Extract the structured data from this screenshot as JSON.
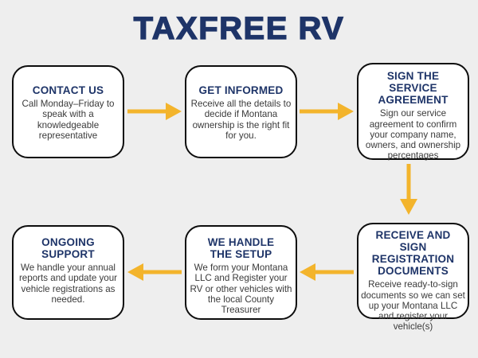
{
  "title": "TAXFREE RV",
  "colors": {
    "background": "#eeeeee",
    "box_fill": "#ffffff",
    "box_border": "#0d0d0d",
    "heading_navy": "#1e3468",
    "body_text": "#3a3a3a",
    "arrow_gold": "#f3b42c"
  },
  "steps": [
    {
      "heading": "CONTACT US",
      "body": "Call Monday–Friday to speak with a knowledgeable representative"
    },
    {
      "heading": "GET INFORMED",
      "body": "Receive all the details to decide if Montana ownership is the right fit for you."
    },
    {
      "heading": "SIGN THE\nSERVICE\nAGREEMENT",
      "body": "Sign our service agreement to confirm your company name, owners, and ownership percentages"
    },
    {
      "heading": "RECEIVE AND\nSIGN\nREGISTRATION\nDOCUMENTS",
      "body": "Receive ready-to-sign documents so we can set up your Montana LLC and register your vehicle(s)"
    },
    {
      "heading": "WE HANDLE\nTHE SETUP",
      "body": "We form your Montana LLC and Register your RV or other vehicles with the local County Treasurer"
    },
    {
      "heading": "ONGOING\nSUPPORT",
      "body": "We handle your annual reports and update your vehicle registrations as needed."
    }
  ],
  "arrows": [
    {
      "from": "contact-us",
      "to": "get-informed",
      "direction": "right"
    },
    {
      "from": "get-informed",
      "to": "sign-the-service-agreement",
      "direction": "right"
    },
    {
      "from": "sign-the-service-agreement",
      "to": "receive-and-sign-registration-documents",
      "direction": "down"
    },
    {
      "from": "receive-and-sign-registration-documents",
      "to": "we-handle-the-setup",
      "direction": "left"
    },
    {
      "from": "we-handle-the-setup",
      "to": "ongoing-support",
      "direction": "left"
    }
  ]
}
